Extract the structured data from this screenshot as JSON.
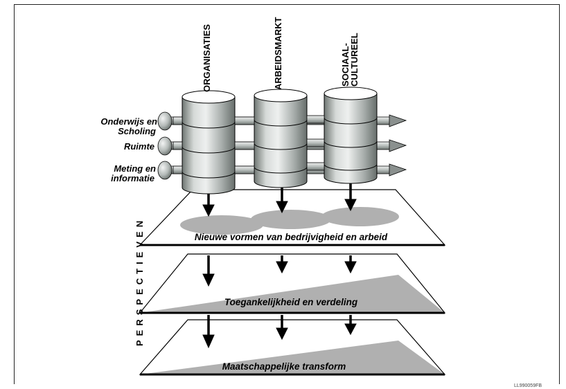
{
  "columns": {
    "organisaties": "ORGANISATIES",
    "arbeidsmarkt": "ARBEIDSMARKT",
    "sociaal_line1": "SOCIAAL-",
    "sociaal_line2": "CULTUREEL"
  },
  "side_labels": {
    "onderwijs_line1": "Onderwijs en",
    "onderwijs_line2": "Scholing",
    "ruimte": "Ruimte",
    "meting_line1": "Meting en",
    "meting_line2": "informatie"
  },
  "layers": {
    "layer1": "Nieuwe vormen van bedrijvigheid en arbeid",
    "layer2": "Toegankelijkheid en verdeling",
    "layer3": "Maatschappelijke transform"
  },
  "perspectives_label": "PERSPECTIEVEN",
  "figure_code": "LL990059FB",
  "colors": {
    "cylinder_light": "#e8ebea",
    "cylinder_mid": "#aeb4b2",
    "cylinder_dark": "#6f7673",
    "layer_gray": "#b0b0b0",
    "line": "#000000"
  }
}
